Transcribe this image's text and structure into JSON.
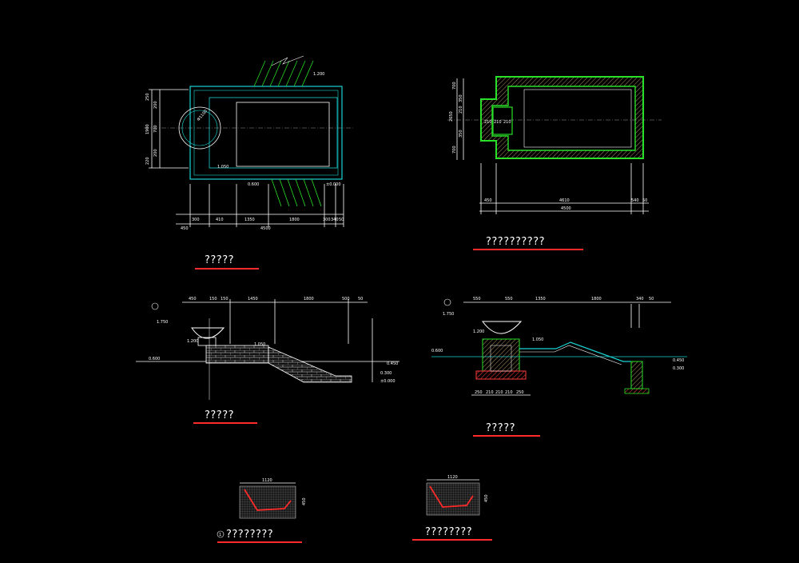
{
  "titles": {
    "plan": "?????",
    "structure_plan": "??????????",
    "elevation": "?????",
    "section": "?????",
    "detail_a": "????????",
    "detail_b": "????????"
  },
  "detail_markers": {
    "a": "1"
  },
  "plan_labels": {
    "level_top": "1.200",
    "level_right": "±0.000",
    "level_bottom": "0.600",
    "level_mid": "1.050",
    "diameter": "Φ1100",
    "dims_bottom": [
      "300",
      "410",
      "1350",
      "1800",
      "300",
      "340",
      "50"
    ],
    "dims_total": [
      "450",
      "4500"
    ],
    "dims_left": [
      "250",
      "200",
      "700",
      "1900",
      "200",
      "220"
    ]
  },
  "structure_labels": {
    "dims_left": [
      "700",
      "350",
      "210",
      "2650",
      "350",
      "700"
    ],
    "dims_mid": [
      "210",
      "210",
      "210"
    ],
    "dims_bottom": [
      "450",
      "4610",
      "540",
      "50"
    ],
    "dims_total": [
      "4500"
    ]
  },
  "elevation_labels": {
    "levels": [
      "1.750",
      "1.200",
      "1.050",
      "0.600",
      "0.450",
      "0.300",
      "±0.000"
    ],
    "dims_top": [
      "450",
      "150",
      "150",
      "1450",
      "1800",
      "500",
      "50"
    ]
  },
  "section_labels": {
    "levels": [
      "1.750",
      "1.200",
      "1.050",
      "0.600",
      "0.450",
      "0.300"
    ],
    "dims_top": [
      "550",
      "550",
      "1350",
      "1800",
      "340",
      "50"
    ],
    "dims_bottom": [
      "250",
      "210",
      "210",
      "210",
      "250"
    ]
  },
  "detail_labels": {
    "a_width": "1120",
    "a_height": "450",
    "b_width": "1120",
    "b_height": "450"
  },
  "colors": {
    "background": "#000000",
    "line": "#ffffff",
    "cyan": "#19d3d3",
    "green": "#27e027",
    "hatch_brown": "#b08a5a",
    "red": "#ff2b2b",
    "magenta": "#cc1f5a"
  }
}
